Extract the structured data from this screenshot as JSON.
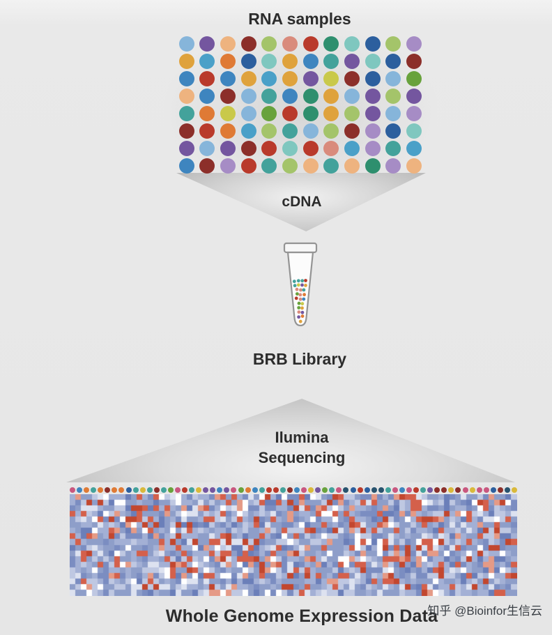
{
  "labels": {
    "rna_samples": "RNA samples",
    "cdna": "cDNA",
    "brb_library": "BRB Library",
    "illumina_line1": "Ilumina",
    "illumina_line2": "Sequencing",
    "whole_genome": "Whole Genome Expression Data",
    "watermark": "知乎 @Bioinfor生信云"
  },
  "colors": {
    "background": "#e8e8e8",
    "text": "#2c2c2c",
    "funnel_gray": "#c9c9c9",
    "watermark_text": "#3a3f45",
    "heatmap_blue": "#8e9ec9",
    "heatmap_red": "#d4604b"
  },
  "rna_grid": {
    "rows": 8,
    "cols": 12,
    "palette": [
      "#3e85bf",
      "#2c5f9e",
      "#86b5da",
      "#43a29b",
      "#7fc7bf",
      "#68a23c",
      "#a4c46a",
      "#dfa23c",
      "#df7a35",
      "#eeb37f",
      "#b93a2b",
      "#8c2f2a",
      "#d98b7c",
      "#74569f",
      "#a68cc5",
      "#4aa0c8",
      "#c9c94a",
      "#2e8f6e"
    ]
  },
  "tube": {
    "dot_palette": [
      "#3e85bf",
      "#2c5f9e",
      "#43a29b",
      "#68a23c",
      "#dfa23c",
      "#df7a35",
      "#b93a2b",
      "#74569f",
      "#d98b7c",
      "#c9c94a"
    ]
  },
  "heatmap": {
    "rows": 18,
    "cols": 80,
    "dot_count": 64,
    "dot_palette": [
      "#b93a2b",
      "#2c5f9e",
      "#68a23c",
      "#df7a35",
      "#74569f",
      "#43a29b",
      "#d9b93a",
      "#8c2f2a",
      "#3e85bf",
      "#28536e",
      "#c9577f"
    ],
    "cell_palette": [
      {
        "c": "#8e9ec9",
        "w": 0.22
      },
      {
        "c": "#a3b0d5",
        "w": 0.16
      },
      {
        "c": "#7b8dc1",
        "w": 0.11
      },
      {
        "c": "#bfc8e2",
        "w": 0.12
      },
      {
        "c": "#dde2f0",
        "w": 0.07
      },
      {
        "c": "#ffffff",
        "w": 0.07
      },
      {
        "c": "#d4604b",
        "w": 0.09
      },
      {
        "c": "#c2472f",
        "w": 0.05
      },
      {
        "c": "#e59a86",
        "w": 0.05
      },
      {
        "c": "#6b7fb9",
        "w": 0.06
      }
    ]
  }
}
